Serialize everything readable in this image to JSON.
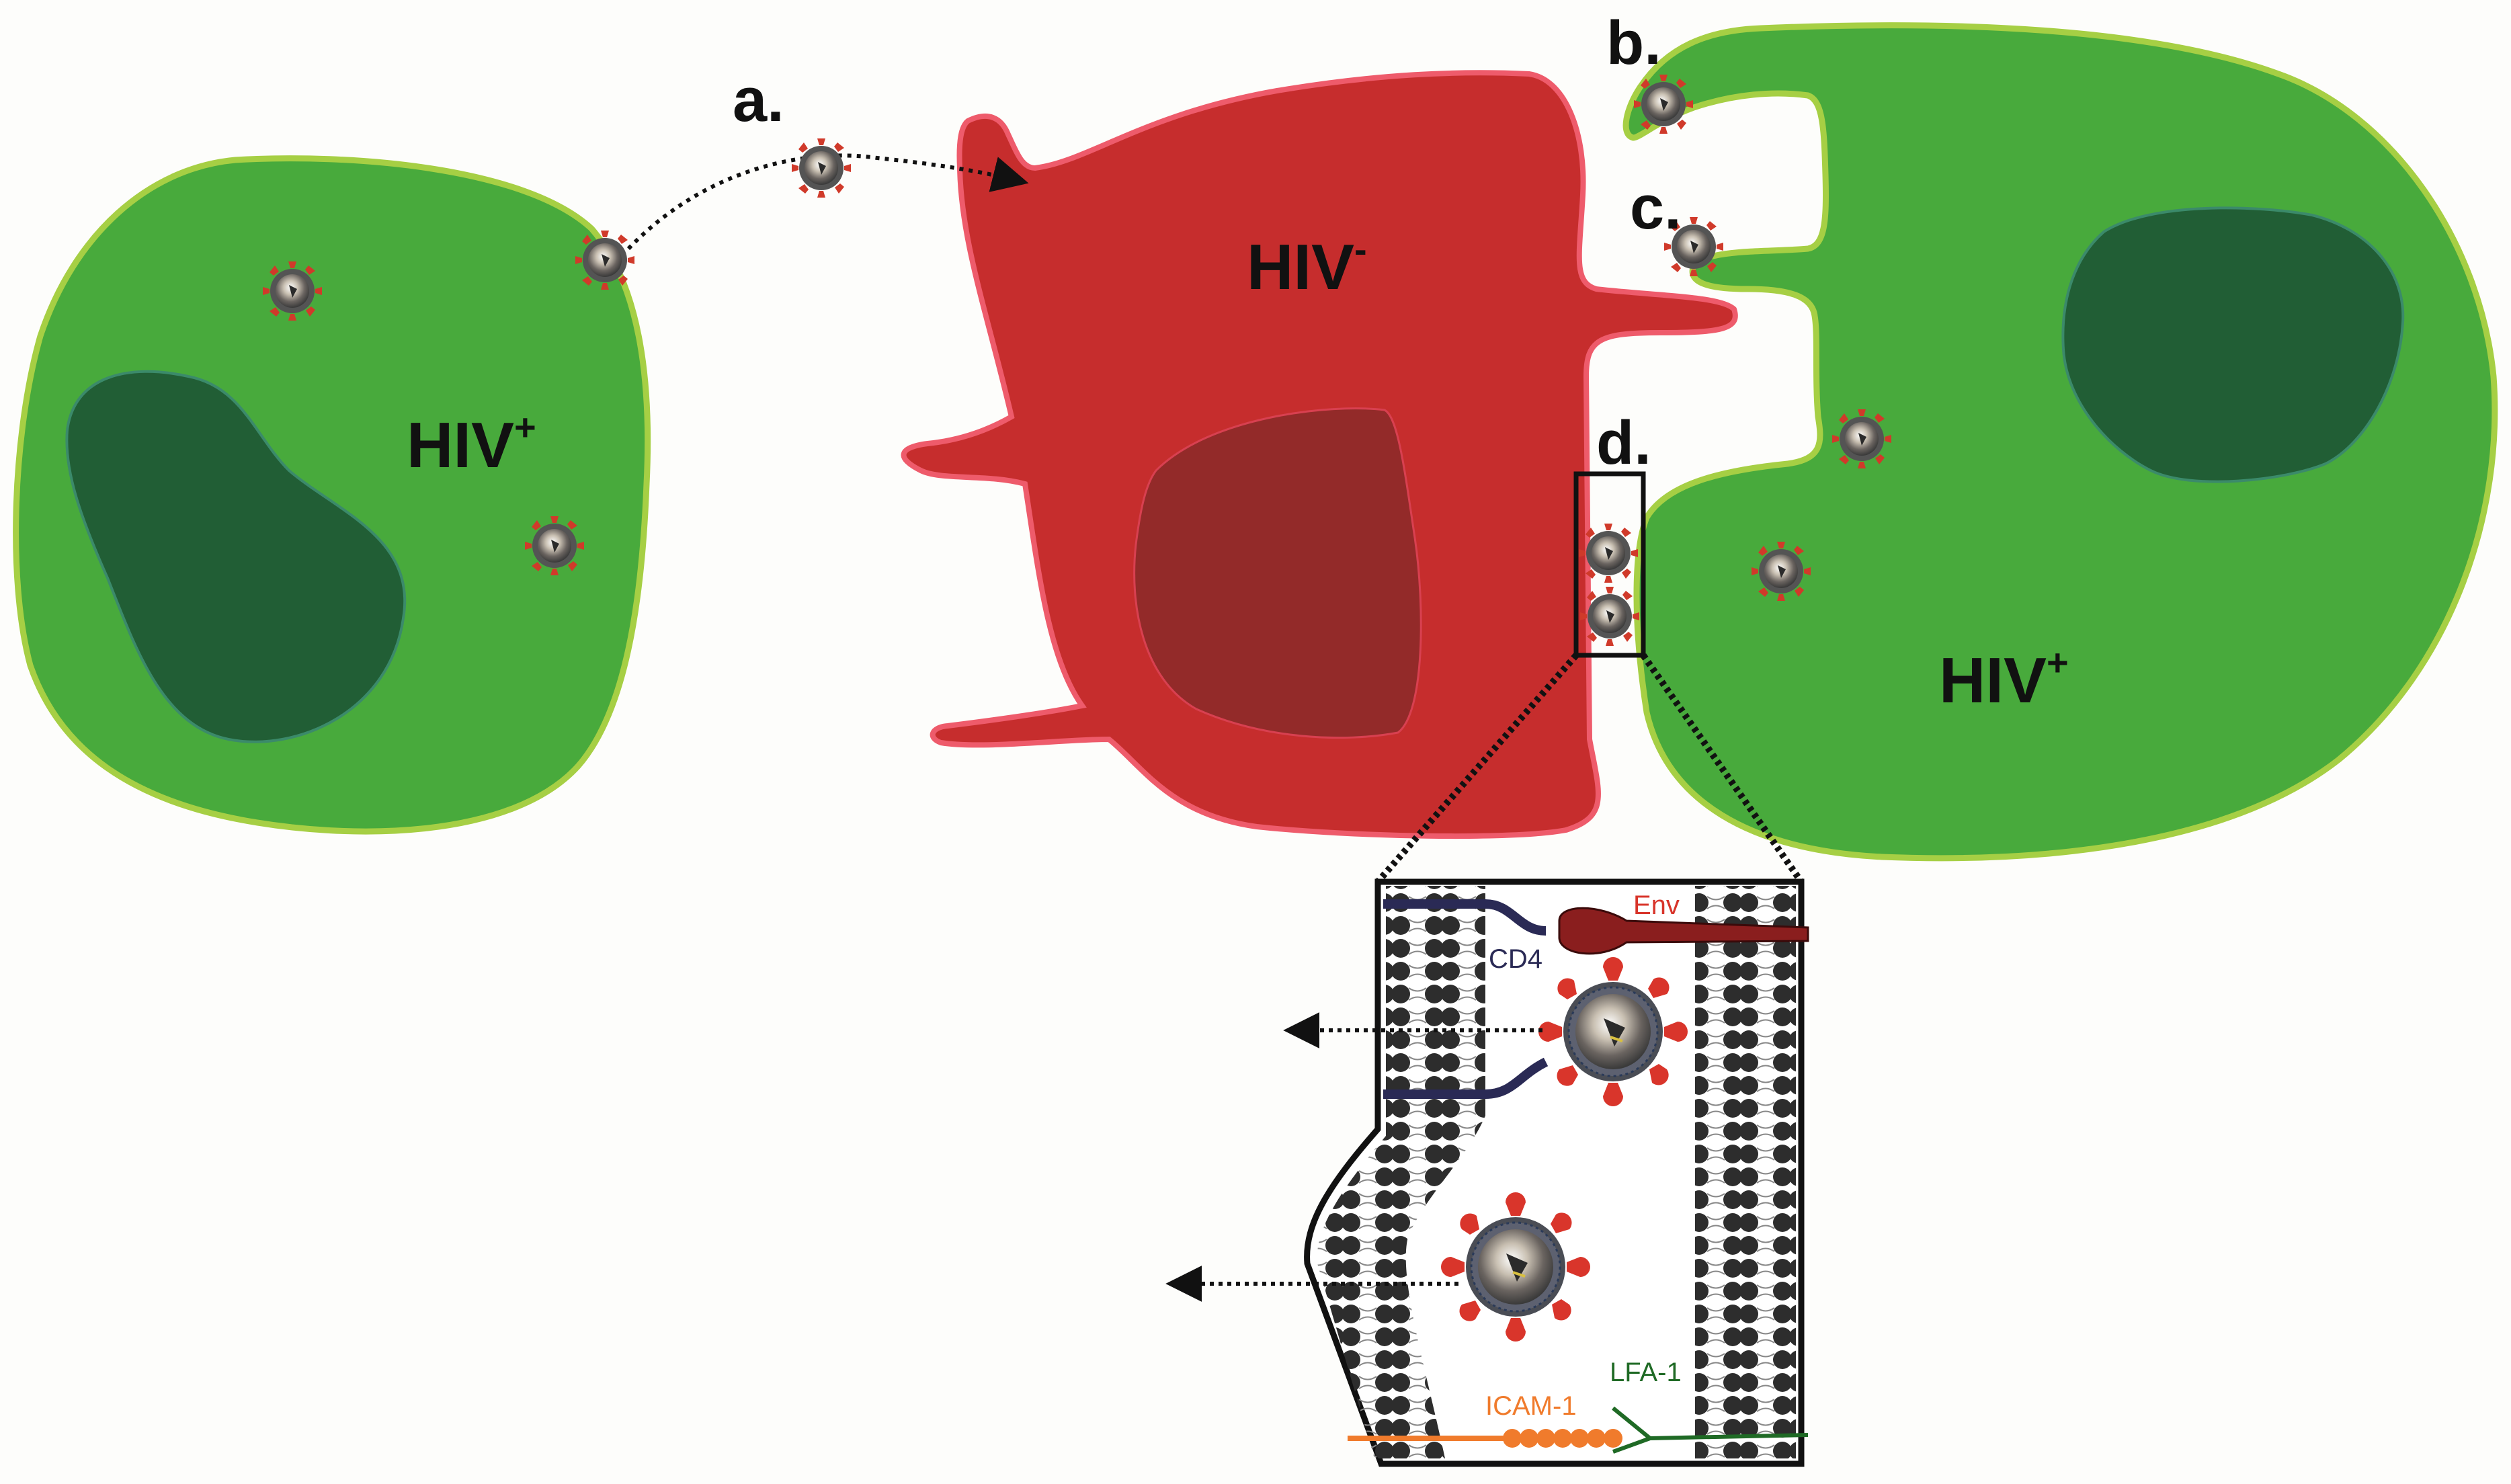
{
  "cells": {
    "left": {
      "label": "HIV",
      "sup": "+"
    },
    "middle": {
      "label": "HIV",
      "sup": "-"
    },
    "right": {
      "label": "HIV",
      "sup": "+"
    }
  },
  "steps": [
    "a.",
    "b.",
    "c.",
    "d."
  ],
  "molecules": {
    "env": "Env",
    "cd4": "CD4",
    "lfa1": "LFA-1",
    "icam1": "ICAM-1"
  },
  "colors": {
    "background": "#fdfdfb",
    "infected_cell": "#48aa3c",
    "infected_border": "#a6cf44",
    "infected_nucleus": "#215e35",
    "uninfected_cell": "#c62d2d",
    "uninfected_border": "#ee5b6b",
    "uninfected_nucleus": "#932a29",
    "env": "#8a1e1e",
    "cd4": "#2a2a55",
    "lfa1": "#1f6a25",
    "icam1": "#f07b2c"
  }
}
